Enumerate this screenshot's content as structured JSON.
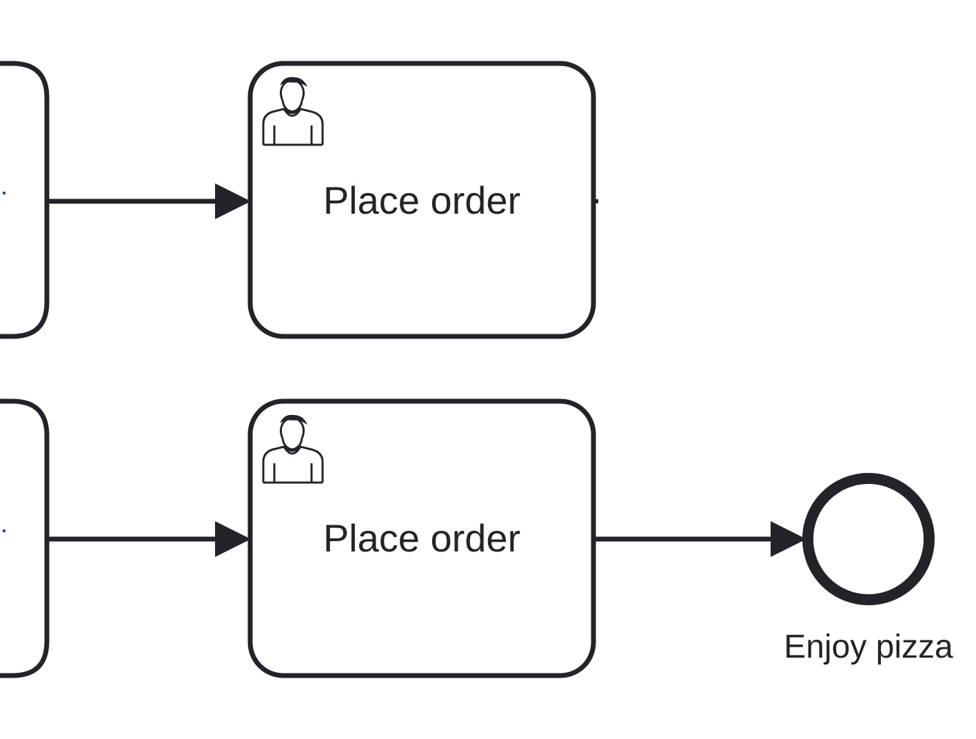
{
  "diagram": {
    "tasks": [
      {
        "label": "Place order",
        "icon": "user-icon"
      },
      {
        "label": "Place order",
        "icon": "user-icon"
      }
    ],
    "end_event": {
      "label": "Enjoy pizza"
    },
    "colors": {
      "stroke": "#22242a",
      "fill": "#ffffff",
      "connector-dot": "#2b4a8c"
    }
  }
}
